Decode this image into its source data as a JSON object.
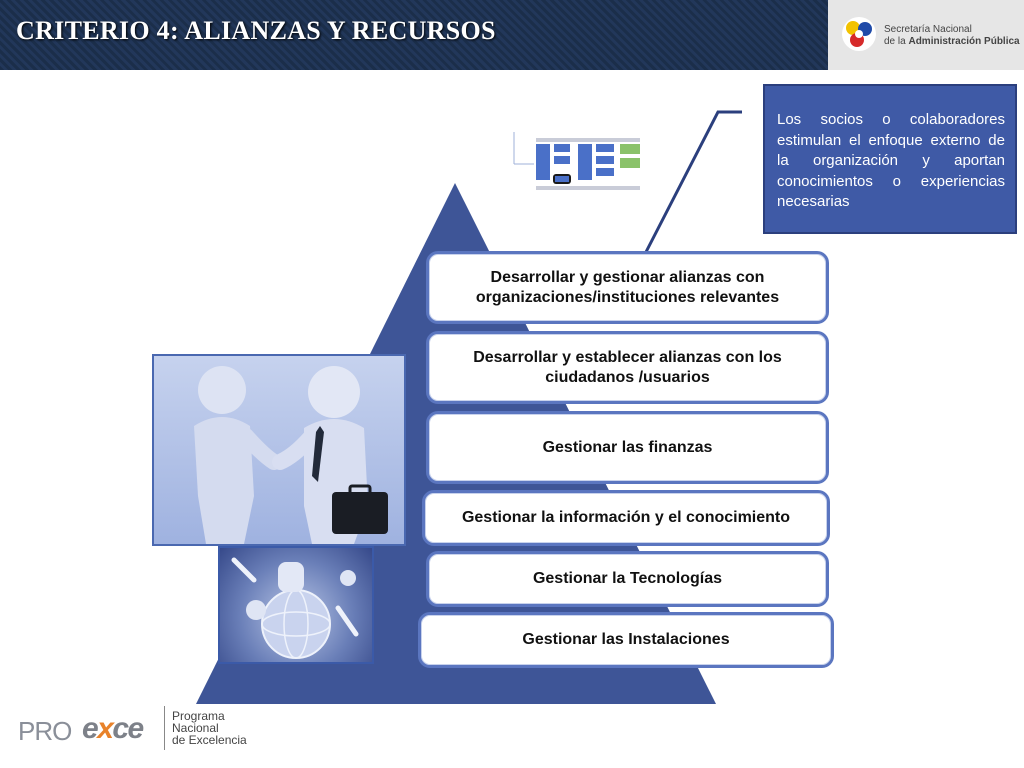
{
  "header": {
    "title": "CRITERIO 4: ALIANZAS Y RECURSOS",
    "logo_line1": "Secretaría Nacional",
    "logo_line2_prefix": "de la ",
    "logo_line2_bold": "Administración Pública"
  },
  "callout": {
    "text": "Los socios o colaboradores estimulan el enfoque externo de la organización y aportan conocimientos o experiencias necesarias"
  },
  "boxes": [
    "Desarrollar y gestionar alianzas con organizaciones/instituciones relevantes",
    "Desarrollar y establecer alianzas con los ciudadanos /usuarios",
    "Gestionar las finanzas",
    "Gestionar la información y el conocimiento",
    "Gestionar la Tecnologías",
    "Gestionar las Instalaciones"
  ],
  "footer": {
    "pro": "PRO",
    "exce_e": "e",
    "exce_x": "x",
    "exce_rest": "ce",
    "line1": "Programa",
    "line2": "Nacional",
    "line3": "de Excelencia"
  },
  "colors": {
    "header_bg": "#1b2e4a",
    "pyramid": "#3e5597",
    "box_border": "#5b76c0",
    "callout_bg": "#3f5aa6"
  }
}
